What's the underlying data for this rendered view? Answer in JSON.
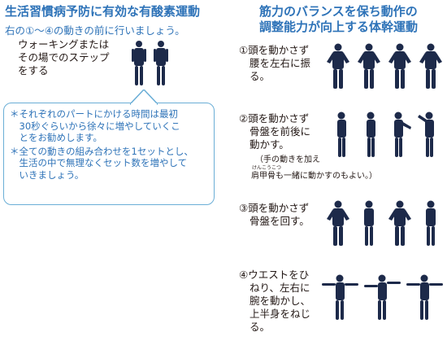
{
  "left": {
    "title": "生活習慣病予防に有効な有酸素運動",
    "subtitle": "右の①〜④の動きの前に行いましょう。",
    "walking_text": [
      "ウォーキングまたは",
      "その場でのステップ",
      "をする"
    ],
    "note_1": [
      "＊それぞれのパートにかける時間は最初",
      "　30秒ぐらいから徐々に増やしていくこ",
      "　とをお勧めします。"
    ],
    "note_2": [
      "＊全ての動きの組み合わせを1セットとし、",
      "　生活の中で無理なくセット数を増やして",
      "　いきましょう。"
    ]
  },
  "right": {
    "title_line1": "筋力のバランスを保ち動作の",
    "title_line2": "調整能力が向上する体幹運動",
    "steps": [
      {
        "num": "①",
        "lines": [
          "頭を動かさず",
          "腰を左右に振",
          "る。"
        ]
      },
      {
        "num": "②",
        "lines": [
          "頭を動かさず",
          "骨盤を前後に",
          "動かす。"
        ],
        "note": "（手の動きを加え",
        "note2": "肩甲骨も一緒に動かすのもよい。）",
        "ruby": "けんこうこつ"
      },
      {
        "num": "③",
        "lines": [
          "頭を動かさず",
          "骨盤を回す。"
        ]
      },
      {
        "num": "④",
        "lines": [
          "ウエストをひ",
          "ねり、左右に",
          "腕を動かし、",
          "上半身をねじ",
          "る。"
        ]
      }
    ]
  },
  "colors": {
    "accent": "#2e73b8",
    "border": "#6aaed6",
    "figure": "#1d2a4a"
  }
}
